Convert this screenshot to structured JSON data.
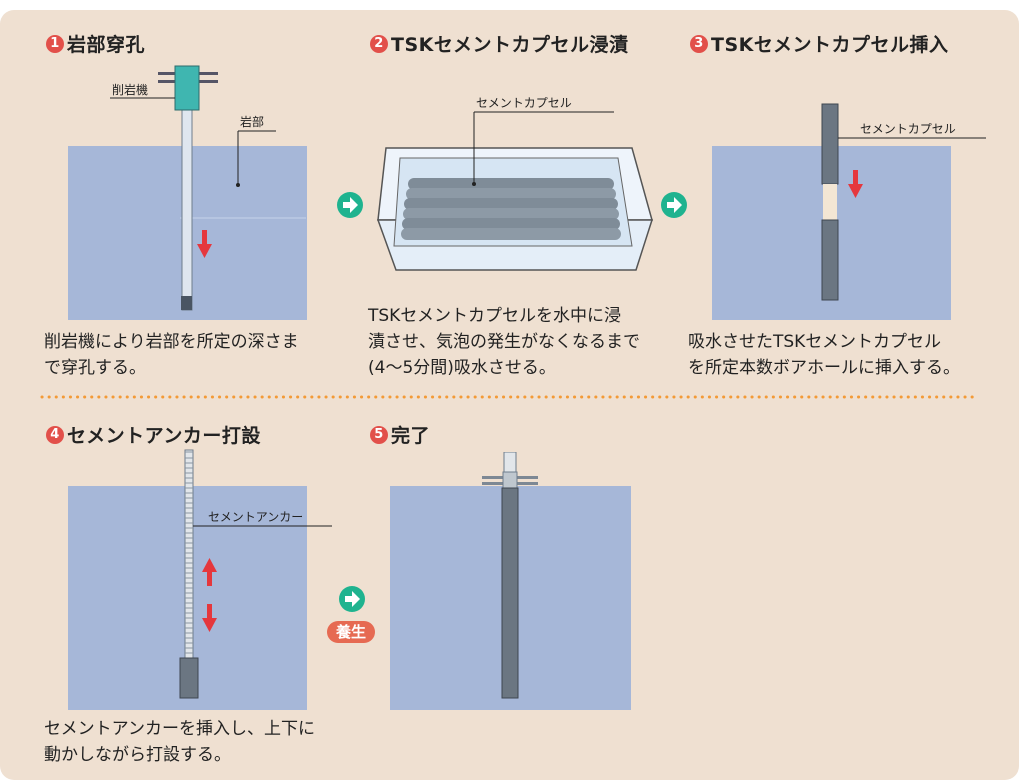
{
  "colors": {
    "background": "#efe0d1",
    "rock": "#a6b7d8",
    "step_badge": "#e2504a",
    "flow_arrow": "#1fb38f",
    "down_arrow": "#e5373d",
    "dotted_line": "#f39a36",
    "curing_badge": "#e66a52"
  },
  "steps": [
    {
      "num": "1",
      "title": "岩部穿孔",
      "desc_lines": [
        "削岩機により岩部を所定の深さま",
        "で穿孔する。"
      ],
      "labels": {
        "drill": "削岩機",
        "rock": "岩部"
      }
    },
    {
      "num": "2",
      "title": "TSKセメントカプセル浸漬",
      "desc_lines": [
        "TSKセメントカプセルを水中に浸",
        "漬させ、気泡の発生がなくなるまで",
        "(4〜5分間)吸水させる。"
      ],
      "labels": {
        "capsule": "セメントカプセル"
      }
    },
    {
      "num": "3",
      "title": "TSKセメントカプセル挿入",
      "desc_lines": [
        "吸水させたTSKセメントカプセル",
        "を所定本数ボアホールに挿入する。"
      ],
      "labels": {
        "capsule": "セメントカプセル"
      }
    },
    {
      "num": "4",
      "title": "セメントアンカー打設",
      "desc_lines": [
        "セメントアンカーを挿入し、上下に",
        "動かしながら打設する。"
      ],
      "labels": {
        "anchor": "セメントアンカー"
      }
    },
    {
      "num": "5",
      "title": "完了",
      "desc_lines": [],
      "labels": {}
    }
  ],
  "curing_label": "養生",
  "icons": [
    "flow-arrow-icon",
    "down-arrow-icon",
    "up-arrow-icon"
  ]
}
